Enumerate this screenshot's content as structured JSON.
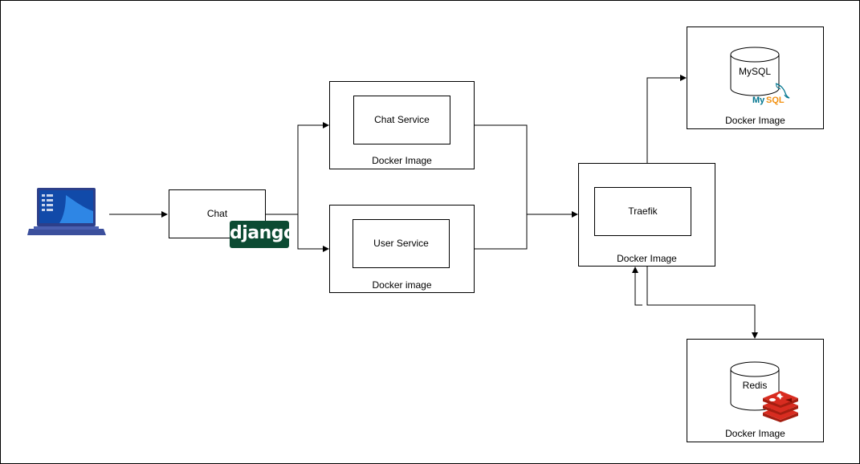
{
  "nodes": {
    "chat": "Chat",
    "chat_service": "Chat Service",
    "chat_service_container": "Docker Image",
    "user_service": "User Service",
    "user_service_container": "Docker image",
    "traefik": "Traefik",
    "traefik_container": "Docker Image",
    "mysql": "MySQL",
    "mysql_container": "Docker Image",
    "redis": "Redis",
    "redis_container": "Docker Image"
  },
  "logos": {
    "django": "django",
    "mysql": "MySQL"
  },
  "colors": {
    "django_bg": "#0c4b33",
    "mysql_blue": "#00758f",
    "mysql_orange": "#f29111",
    "redis_red": "#d82c20",
    "laptop_blue": "#3b4f9c"
  },
  "icons": [
    "laptop-icon",
    "django-logo",
    "mysql-logo",
    "redis-logo",
    "database-cylinder-icon"
  ]
}
